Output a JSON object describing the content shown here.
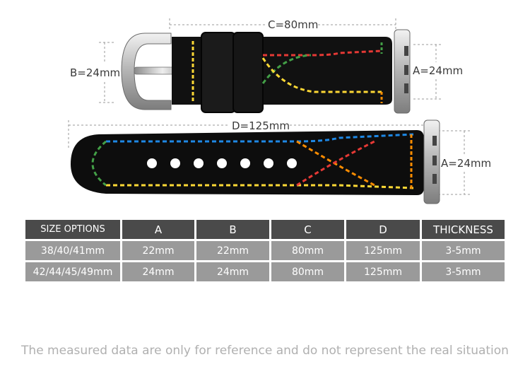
{
  "dimensions": {
    "c_label": "C=80mm",
    "b_label": "B=24mm",
    "a_top_label": "A=24mm",
    "d_label": "D=125mm",
    "a_bottom_label": "A=24mm"
  },
  "size_table": {
    "headers": [
      "SIZE OPTIONS",
      "A",
      "B",
      "C",
      "D",
      "THICKNESS"
    ],
    "rows": [
      [
        "38/40/41mm",
        "22mm",
        "22mm",
        "80mm",
        "125mm",
        "3-5mm"
      ],
      [
        "42/44/45/49mm",
        "24mm",
        "24mm",
        "80mm",
        "125mm",
        "3-5mm"
      ]
    ]
  },
  "footer_note": "The measured data are only for reference and do not represent the real situation",
  "colors": {
    "header_bg": "#4a4a4a",
    "row_bg": "#9a9a9a",
    "strap": "#111111",
    "stitch_palette": [
      "#e53935",
      "#fb8c00",
      "#fdd835",
      "#43a047",
      "#1e88e5"
    ]
  }
}
